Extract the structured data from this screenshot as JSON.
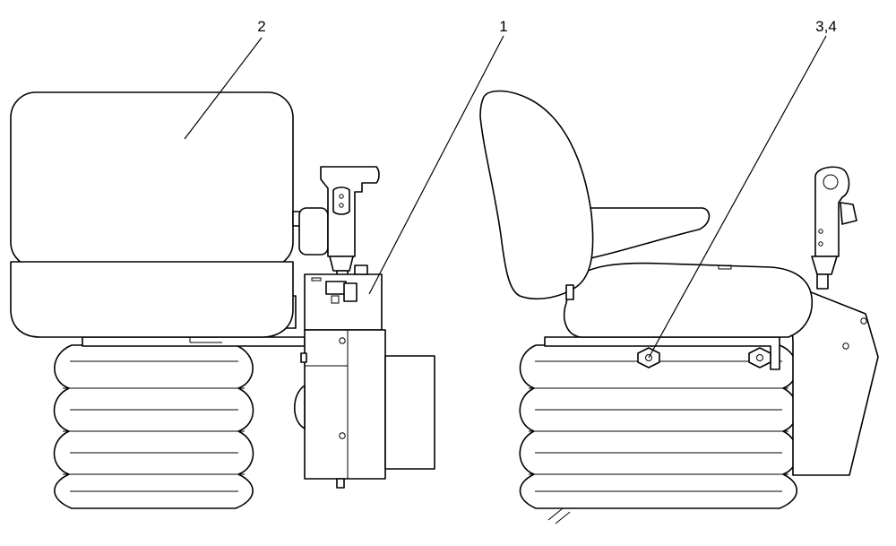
{
  "callouts": {
    "c1": "1",
    "c2": "2",
    "c3": "3,4"
  },
  "colors": {
    "line": "#000000",
    "background": "#ffffff"
  }
}
